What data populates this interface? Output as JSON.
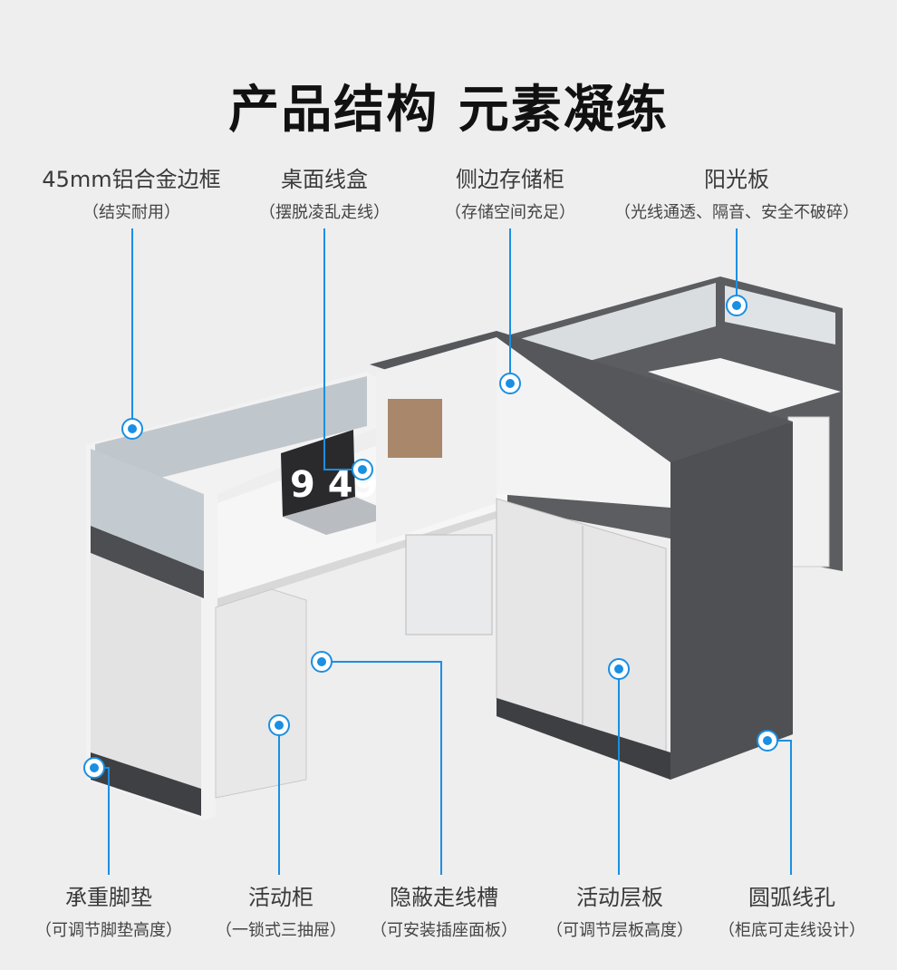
{
  "title": "产品结构 元素凝练",
  "accent_color": "#1a8fe3",
  "top_features": [
    {
      "name": "45mm铝合金边框",
      "detail": "（结实耐用）"
    },
    {
      "name": "桌面线盒",
      "detail": "（摆脱凌乱走线）"
    },
    {
      "name": "侧边存储柜",
      "detail": "（存储空间充足）"
    },
    {
      "name": "阳光板",
      "detail": "（光线通透、隔音、安全不破碎）"
    }
  ],
  "bottom_features": [
    {
      "name": "承重脚垫",
      "detail": "（可调节脚垫高度）"
    },
    {
      "name": "活动柜",
      "detail": "（一锁式三抽屉）"
    },
    {
      "name": "隐蔽走线槽",
      "detail": "（可安装插座面板）"
    },
    {
      "name": "活动层板",
      "detail": "（可调节层板高度）"
    },
    {
      "name": "圆弧线孔",
      "detail": "（柜底可走线设计）"
    }
  ],
  "laptop_clock": "9 49"
}
